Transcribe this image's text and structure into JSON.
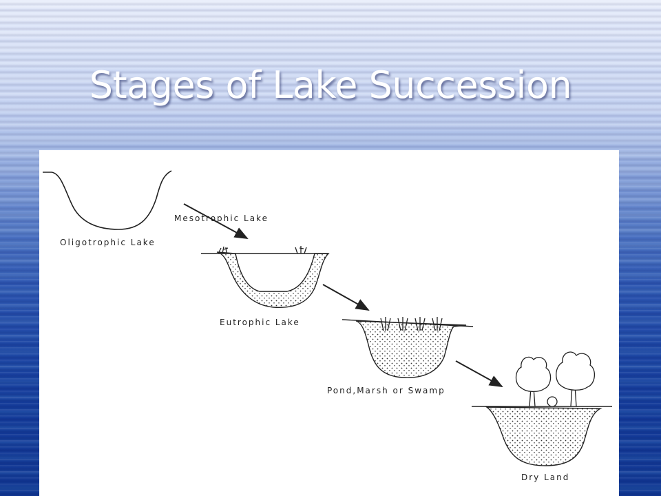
{
  "slide": {
    "title": "Stages of Lake Succession"
  },
  "diagram": {
    "stages": [
      {
        "label": "Oligotrophic Lake"
      },
      {
        "label": "Mesotrophic Lake"
      },
      {
        "label": "Eutrophic Lake"
      },
      {
        "label": "Pond,Marsh or Swamp"
      },
      {
        "label": "Dry Land"
      }
    ]
  },
  "colors": {
    "title_text": "#ffffff",
    "figure_background": "#ffffff",
    "line": "#222222"
  }
}
